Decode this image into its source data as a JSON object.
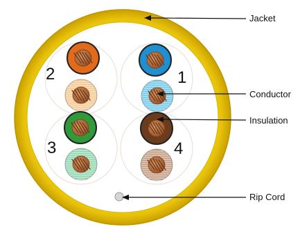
{
  "diagram": {
    "labels": {
      "jacket": "Jacket",
      "conductor": "Conductor",
      "insulation": "Insulation",
      "rip_cord": "Rip Cord"
    },
    "pairs": [
      {
        "number": "1",
        "solid_color": "#1f8fd0",
        "stripe_color": "#70c8ea"
      },
      {
        "number": "2",
        "solid_color": "#e26a1b",
        "stripe_color": "#f5c890"
      },
      {
        "number": "3",
        "solid_color": "#2f9a3a",
        "stripe_color": "#8ed7ae"
      },
      {
        "number": "4",
        "solid_color": "#6b3c1c",
        "stripe_color": "#c39a7e"
      }
    ],
    "colors": {
      "jacket": "#e8c40a",
      "jacket_edge": "#c49a00",
      "conductor": "#b86a3a",
      "rip_cord": "#c8c8c8"
    }
  }
}
